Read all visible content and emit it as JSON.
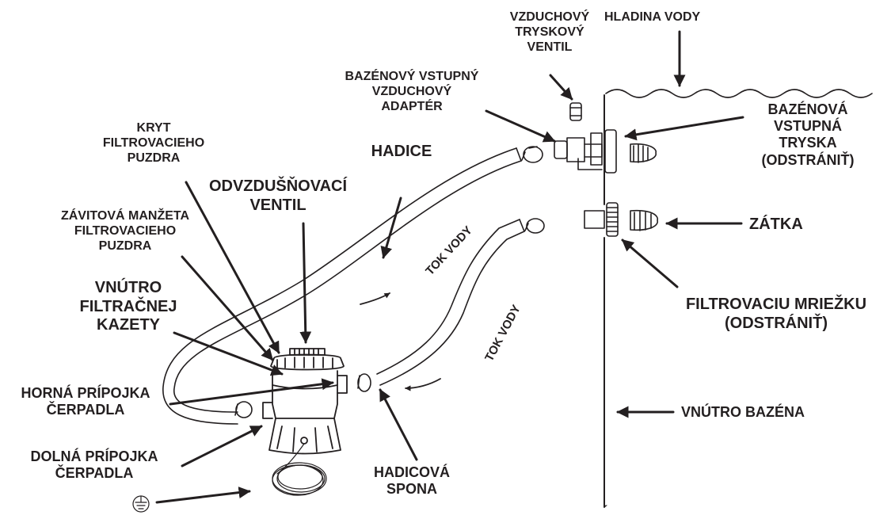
{
  "labels": {
    "air_jet_valve": "VZDUCHOVÝ\nTRYSKOVÝ\nVENTIL",
    "water_level": "HLADINA VODY",
    "pool_inlet_air_adapter": "BAZÉNOVÝ VSTUPNÝ\nVZDUCHOVÝ\nADAPTÉR",
    "pool_inlet_nozzle": "BAZÉNOVÁ\nVSTUPNÁ\nTRYSKA\n(ODSTRÁNIŤ)",
    "filter_housing_cover": "KRYT\nFILTROVACIEHO\nPUZDRA",
    "hose": "HADICE",
    "air_release_valve": "ODVZDUŠŇOVACÍ\nVENTIL",
    "filter_housing_thread_collar": "ZÁVITOVÁ MANŽETA\nFILTROVACIEHO\nPUZDRA",
    "plug": "ZÁTKA",
    "inside_filter_cartridge": "VNÚTRO\nFILTRAČNEJ\nKAZETY",
    "strainer_grid": "FILTROVACIU MRIEŽKU\n(ODSTRÁNIŤ)",
    "upper_pump_connection": "HORNÁ PRÍPOJKA\nČERPADLA",
    "inside_pool": "VNÚTRO BAZÉNA",
    "lower_pump_connection": "DOLNÁ PRÍPOJKA\nČERPADLA",
    "hose_clamp": "HADICOVÁ\nSPONA",
    "water_flow_upper": "TOK VODY",
    "water_flow_lower": "TOK VODY",
    "stray_mark": "´"
  },
  "icons": {
    "ground_symbol": "earth-ground-icon"
  },
  "colors": {
    "ink": "#231f20",
    "background": "#ffffff"
  }
}
